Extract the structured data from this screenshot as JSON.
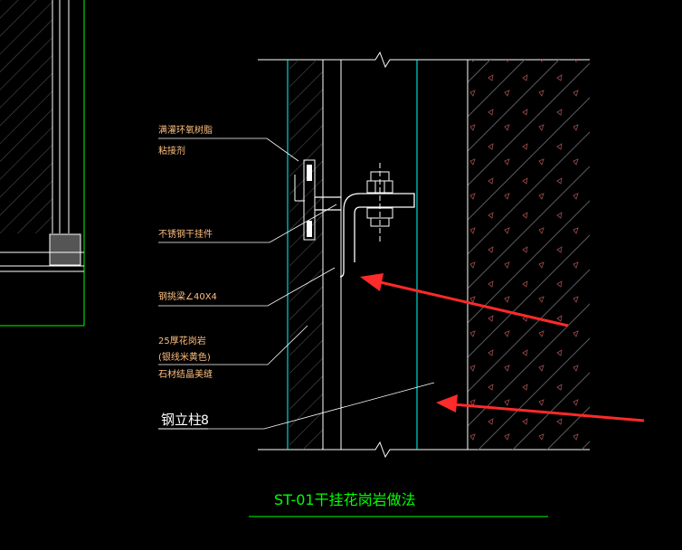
{
  "drawing": {
    "title": "ST-01干挂花岗岩做法",
    "labels": {
      "epoxy_line1": "满灌环氧树脂",
      "epoxy_line2": "粘接剂",
      "stainless_pendant": "不锈钢干挂件",
      "steel_angle": "钢挑梁∠40X4",
      "granite_line1": "25厚花岗岩",
      "granite_line2": "(银线米黄色)",
      "granite_line3": "石材结晶美缝",
      "steel_column": "钢立柱",
      "column_suffix": "8"
    }
  },
  "colors": {
    "background": "#000000",
    "cyan": "#00ffff",
    "green": "#00ff00",
    "white": "#ffffff",
    "label": "#ffbf7f",
    "gray": "#7f7f7f",
    "hatch": "#5a5a5a",
    "concrete": "#9a4a4a",
    "arrow": "#ff2a2a",
    "title": "#00ff00",
    "column_text": "#ffffff"
  },
  "icons": {
    "arrow1": "red-arrow-icon",
    "arrow2": "red-arrow-icon"
  }
}
